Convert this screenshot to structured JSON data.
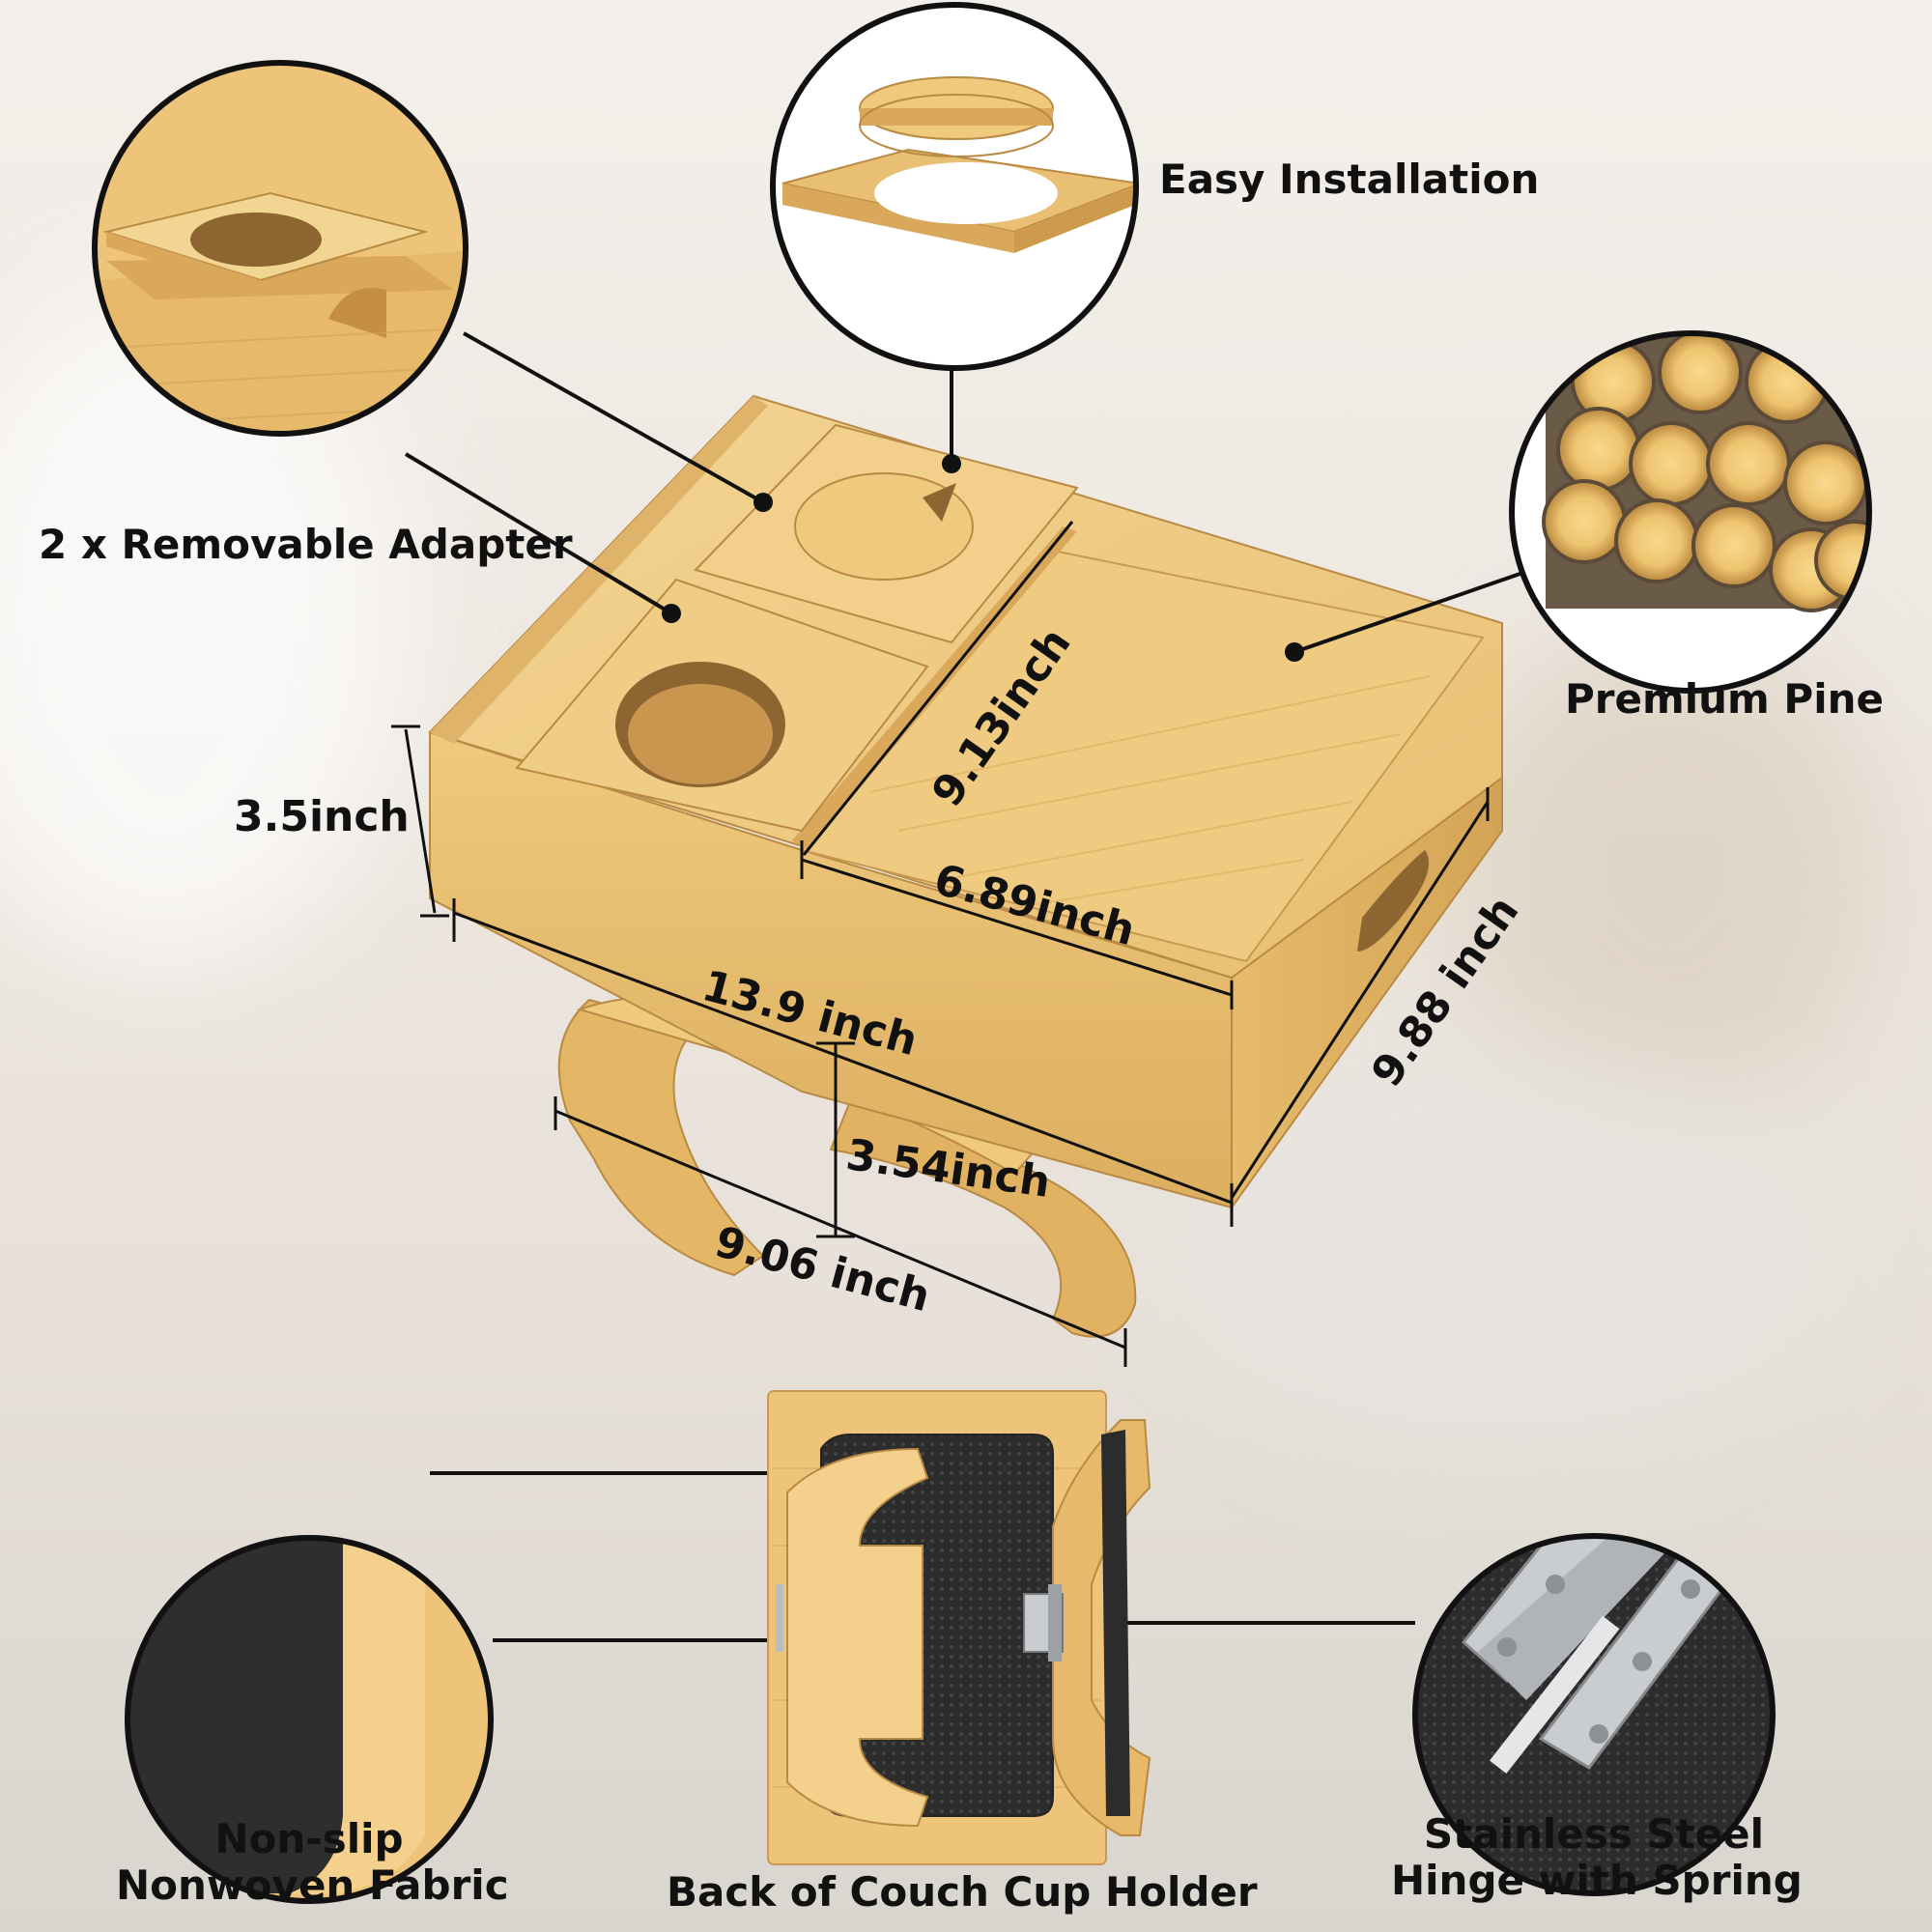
{
  "labels": {
    "easy_installation": "Easy Installation",
    "removable_adapter": "2 x Removable Adapter",
    "premium_pine": "Premium Pine",
    "non_slip_line1": "Non-slip",
    "non_slip_line2": "Nonwoven Fabric",
    "back_of_couch": "Back of Couch Cup Holder",
    "hinge_line1": "Stainless Steel",
    "hinge_line2": "Hinge with Spring"
  },
  "dimensions": {
    "height_box": "3.5inch",
    "depth_tray": "9.13inch",
    "width_tray": "6.89inch",
    "length_total": "13.9 inch",
    "depth_total": "9.88 inch",
    "clip_height": "3.54inch",
    "clip_width": "9.06 inch"
  },
  "colors": {
    "wood_light": "#f0cd86",
    "wood_mid": "#e4b766",
    "wood_dark": "#c8954a",
    "fabric": "#3a3a3a",
    "steel": "#c9ccd0"
  }
}
